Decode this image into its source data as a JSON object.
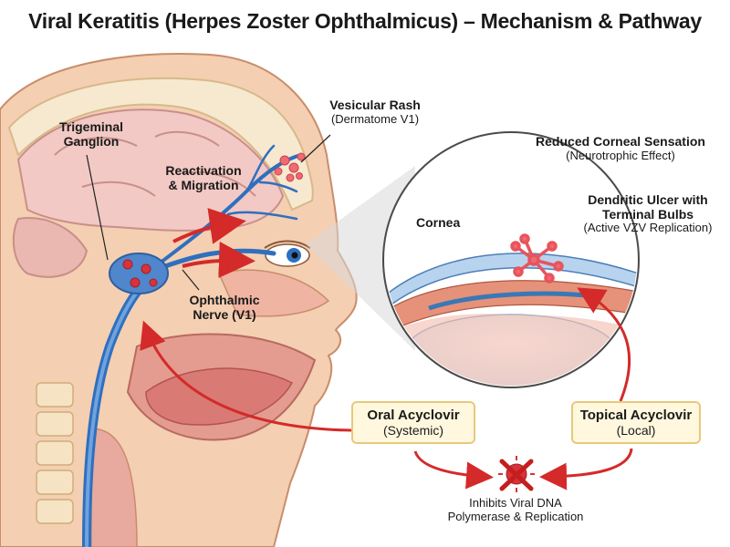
{
  "title": "Viral Keratitis (Herpes Zoster Ophthalmicus) – Mechanism & Pathway",
  "labels": {
    "trigeminal_ganglion": {
      "line1": "Trigeminal",
      "line2": "Ganglion"
    },
    "reactivation": {
      "line1": "Reactivation",
      "line2": "& Migration"
    },
    "vesicular_rash": {
      "title": "Vesicular Rash",
      "sub": "(Dermatome V1)"
    },
    "ophthalmic_nerve": {
      "line1": "Ophthalmic",
      "line2": "Nerve (V1)"
    },
    "reduced_sensation": {
      "title": "Reduced Corneal Sensation",
      "sub": "(Neurotrophic Effect)"
    },
    "cornea": "Cornea",
    "dendritic_ulcer": {
      "line1": "Dendritic Ulcer with",
      "line2": "Terminal Bulbs",
      "sub": "(Active VZV Replication)"
    },
    "inhibits": {
      "line1": "Inhibits Viral DNA",
      "line2": "Polymerase & Replication"
    }
  },
  "treatments": {
    "oral": {
      "name": "Oral Acyclovir",
      "route": "(Systemic)"
    },
    "topical": {
      "name": "Topical Acyclovir",
      "route": "(Local)"
    }
  },
  "colors": {
    "arrow_red": "#d42a2a",
    "nerve_blue": "#2f6fbf",
    "skin": "#f4cfb2",
    "drug_box_fill": "#fff8de",
    "drug_box_border": "#e8c97a",
    "virus_red": "#d6333a"
  }
}
